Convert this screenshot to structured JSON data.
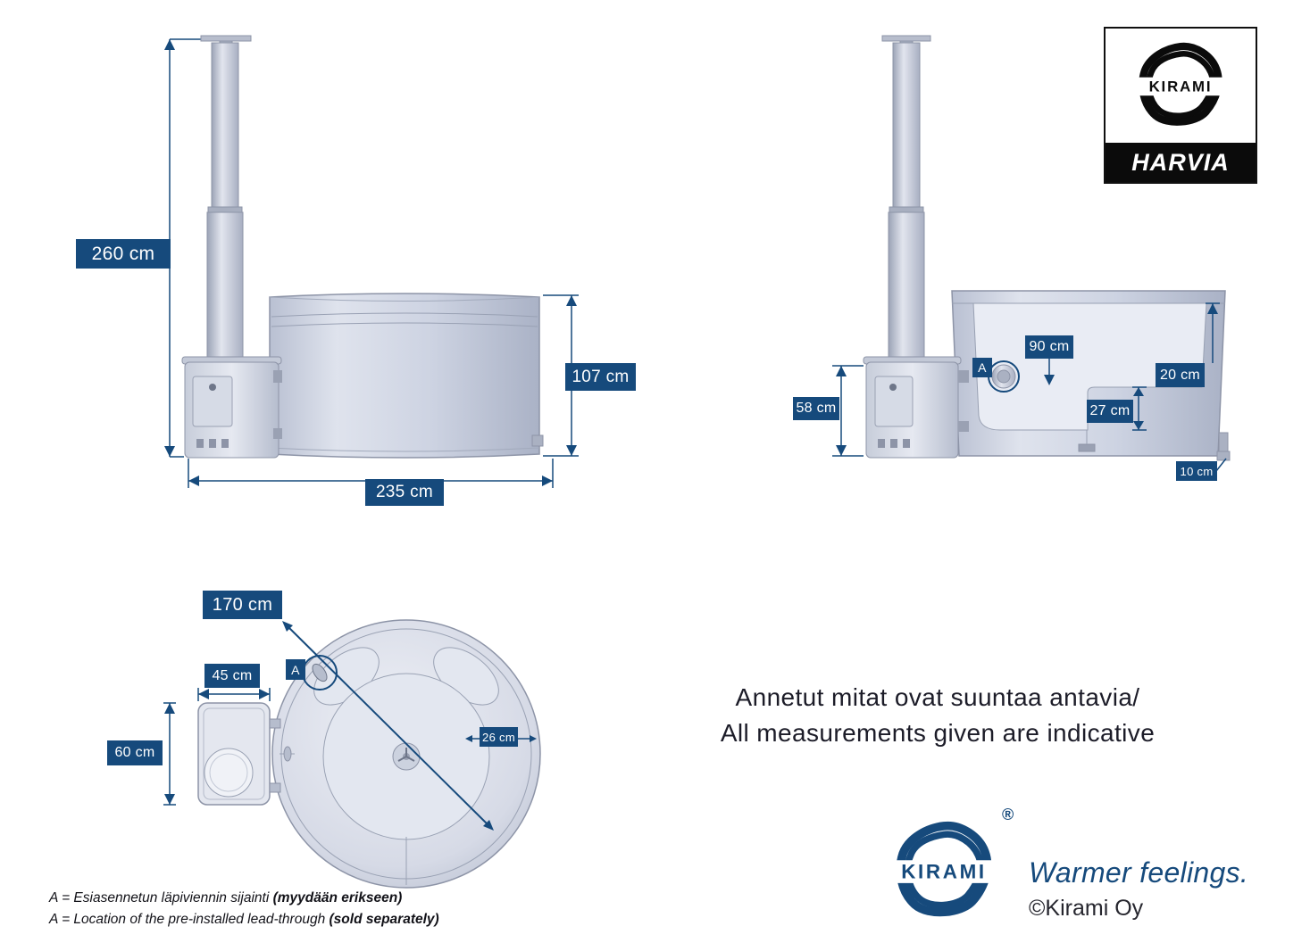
{
  "colors": {
    "navy": "#164a7c",
    "black": "#111111"
  },
  "branding": {
    "kirami": "KIRAMI",
    "harvia": "HARVIA",
    "registered": "®",
    "tagline": "Warmer feelings.",
    "copyright": "©Kirami Oy"
  },
  "notice": {
    "fi": "Annetut mitat ovat suuntaa antavia/",
    "en": "All measurements given are indicative"
  },
  "footnotes": {
    "fi": "A = Esiasennetun läpiviennin sijainti ",
    "fi_bold": "(myydään erikseen)",
    "en": "A = Location of the pre-installed lead-through ",
    "en_bold": "(sold separately)"
  },
  "side_view": {
    "total_height": "260 cm",
    "tub_height": "107 cm",
    "total_width": "235 cm"
  },
  "section_view": {
    "stove_height": "58 cm",
    "inner_depth": "90 cm",
    "lead_through": "A",
    "rim_width": "20 cm",
    "bench_height": "27 cm",
    "outlet_clearance": "10 cm"
  },
  "top_view": {
    "diameter": "170 cm",
    "stove_width": "45 cm",
    "stove_depth": "60 cm",
    "lead_through": "A",
    "rim_width": "26 cm"
  }
}
